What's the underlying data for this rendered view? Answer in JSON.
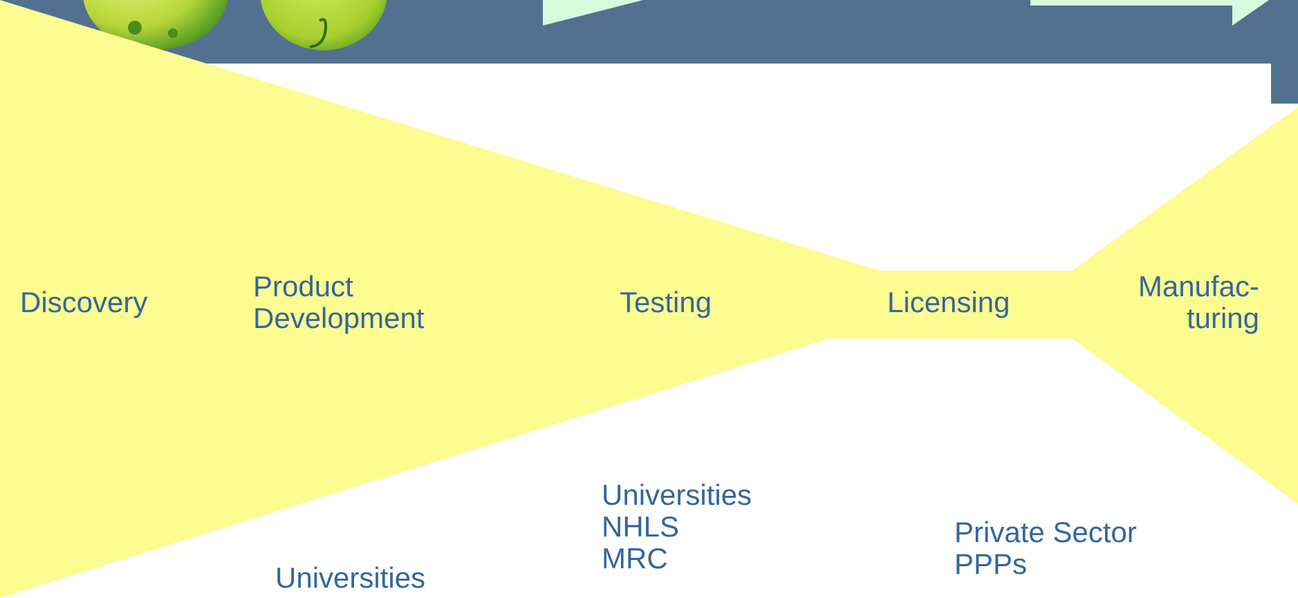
{
  "colors": {
    "banner": "#527191",
    "funnel": "#fcfc91",
    "mint": "#d5fbdc",
    "orb_light": "#c2de49",
    "orb_dark": "#3a8a18",
    "text": "#34679b"
  },
  "stages": [
    {
      "label": "Discovery"
    },
    {
      "label": "Product\nDevelopment"
    },
    {
      "label": "Testing"
    },
    {
      "label": "Licensing"
    },
    {
      "label": "Manufac-\nturing"
    }
  ],
  "actors": {
    "discovery_group": "Universities",
    "testing_group": "Universities\nNHLS\nMRC",
    "manufacturing_group": "Private Sector\nPPPs"
  }
}
